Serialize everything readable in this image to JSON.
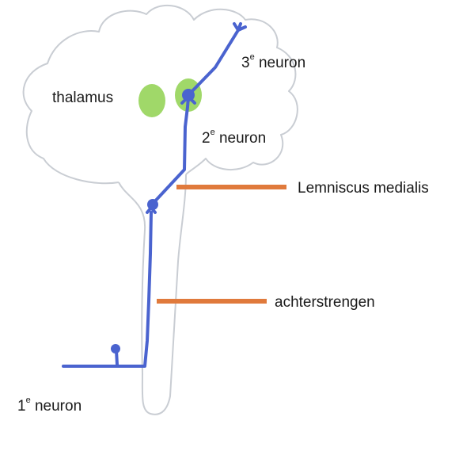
{
  "labels": {
    "third_neuron": {
      "num": "3",
      "sup": "e",
      "text": "neuron"
    },
    "thalamus": "thalamus",
    "second_neuron": {
      "num": "2",
      "sup": "e",
      "text": "neuron"
    },
    "lemniscus": "Lemniscus medialis",
    "achterstrengen": "achterstrengen",
    "first_neuron": {
      "num": "1",
      "sup": "e",
      "text": "neuron"
    }
  },
  "colors": {
    "outline": "#c9cdd3",
    "neuron": "#4a63cf",
    "thalamus": "#8fd14f",
    "pointer": "#e07a3c",
    "text": "#1a1a1a"
  }
}
